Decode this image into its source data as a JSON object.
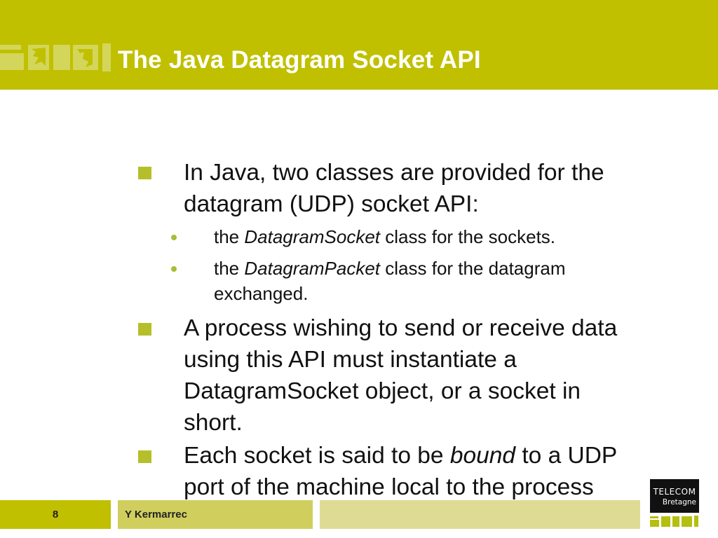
{
  "header": {
    "title": "The Java Datagram Socket API",
    "background_color": "#c0c000",
    "decoration": "calligraphy-logo-icon"
  },
  "content": {
    "bullets": [
      {
        "text": "In Java, two classes are provided for the datagram (UDP) socket API:",
        "line1": "In Java, two classes are provided for the",
        "line2": "datagram (UDP) socket API:",
        "sub_bullets": [
          {
            "prefix": "the ",
            "emphasis": "DatagramSocket",
            "suffix": " class for the sockets."
          },
          {
            "prefix": "the ",
            "emphasis": "DatagramPacket",
            "suffix": " class for the datagram",
            "continuation": "exchanged."
          }
        ]
      },
      {
        "text": "A process wishing to send or receive data using this API must instantiate a DatagramSocket object, or a socket in short.",
        "lines": [
          "A process wishing to send or receive data",
          "using this API must instantiate a",
          "DatagramSocket object, or a socket in",
          "short."
        ]
      },
      {
        "prefix": "Each socket is said to be ",
        "emphasis": "bound",
        "suffix": " to a UDP",
        "line2": "port of the machine local to the process"
      }
    ],
    "bullet_color": "#b4bf2a"
  },
  "footer": {
    "page_number": "8",
    "author": "Y Kermarrec",
    "logo": {
      "line1": "TELECOM",
      "line2": "Bretagne"
    }
  }
}
